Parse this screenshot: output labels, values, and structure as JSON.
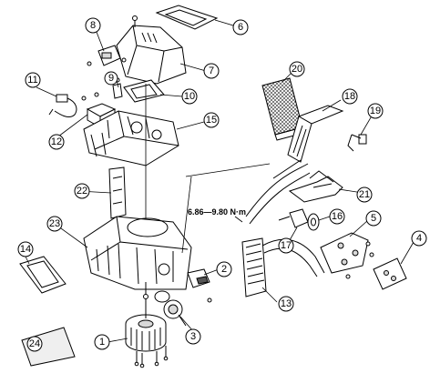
{
  "torque_spec": "6.86—9.80 N·m",
  "callouts": [
    {
      "label": "1"
    },
    {
      "label": "2"
    },
    {
      "label": "3"
    },
    {
      "label": "4"
    },
    {
      "label": "5"
    },
    {
      "label": "6"
    },
    {
      "label": "7"
    },
    {
      "label": "8"
    },
    {
      "label": "9"
    },
    {
      "label": "10"
    },
    {
      "label": "11"
    },
    {
      "label": "12"
    },
    {
      "label": "13"
    },
    {
      "label": "14"
    },
    {
      "label": "15"
    },
    {
      "label": "16"
    },
    {
      "label": "17"
    },
    {
      "label": "18"
    },
    {
      "label": "19"
    },
    {
      "label": "20"
    },
    {
      "label": "21"
    },
    {
      "label": "22"
    },
    {
      "label": "23"
    },
    {
      "label": "24"
    }
  ]
}
